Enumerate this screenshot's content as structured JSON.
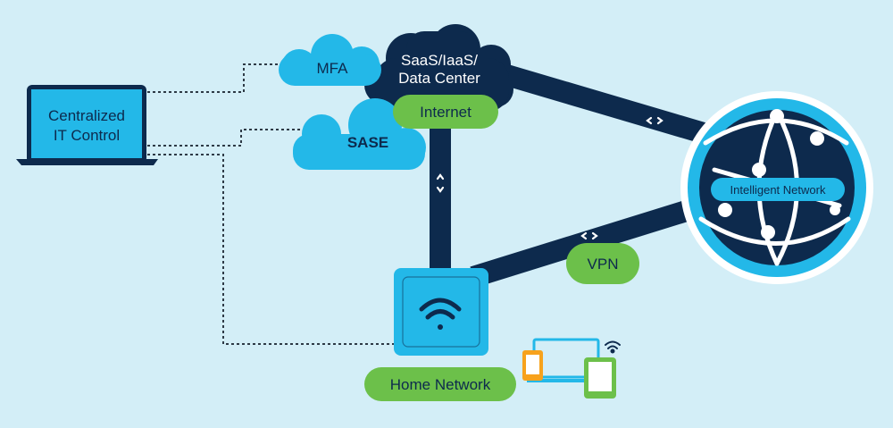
{
  "nodes": {
    "laptop": "Centralized IT Control",
    "laptop_line1": "Centralized",
    "laptop_line2": "IT Control",
    "mfa": "MFA",
    "cloud_line1": "SaaS/IaaS/",
    "cloud_line2": "Data Center",
    "internet": "Internet",
    "sase": "SASE",
    "intelligent_network": "Intelligent Network",
    "vpn": "VPN",
    "home_network": "Home Network"
  },
  "colors": {
    "background": "#d3eef7",
    "navy": "#0d2a4d",
    "cyan": "#1cb0e0",
    "light_cyan": "#23b8e8",
    "green": "#6cc04a",
    "orange": "#f7a21c",
    "dotted": "#2e3a46"
  },
  "icons": {
    "wifi": "wifi-icon",
    "globe": "globe-icon",
    "devices": "devices-icon",
    "arrows": "bidirectional-arrow-icon"
  }
}
